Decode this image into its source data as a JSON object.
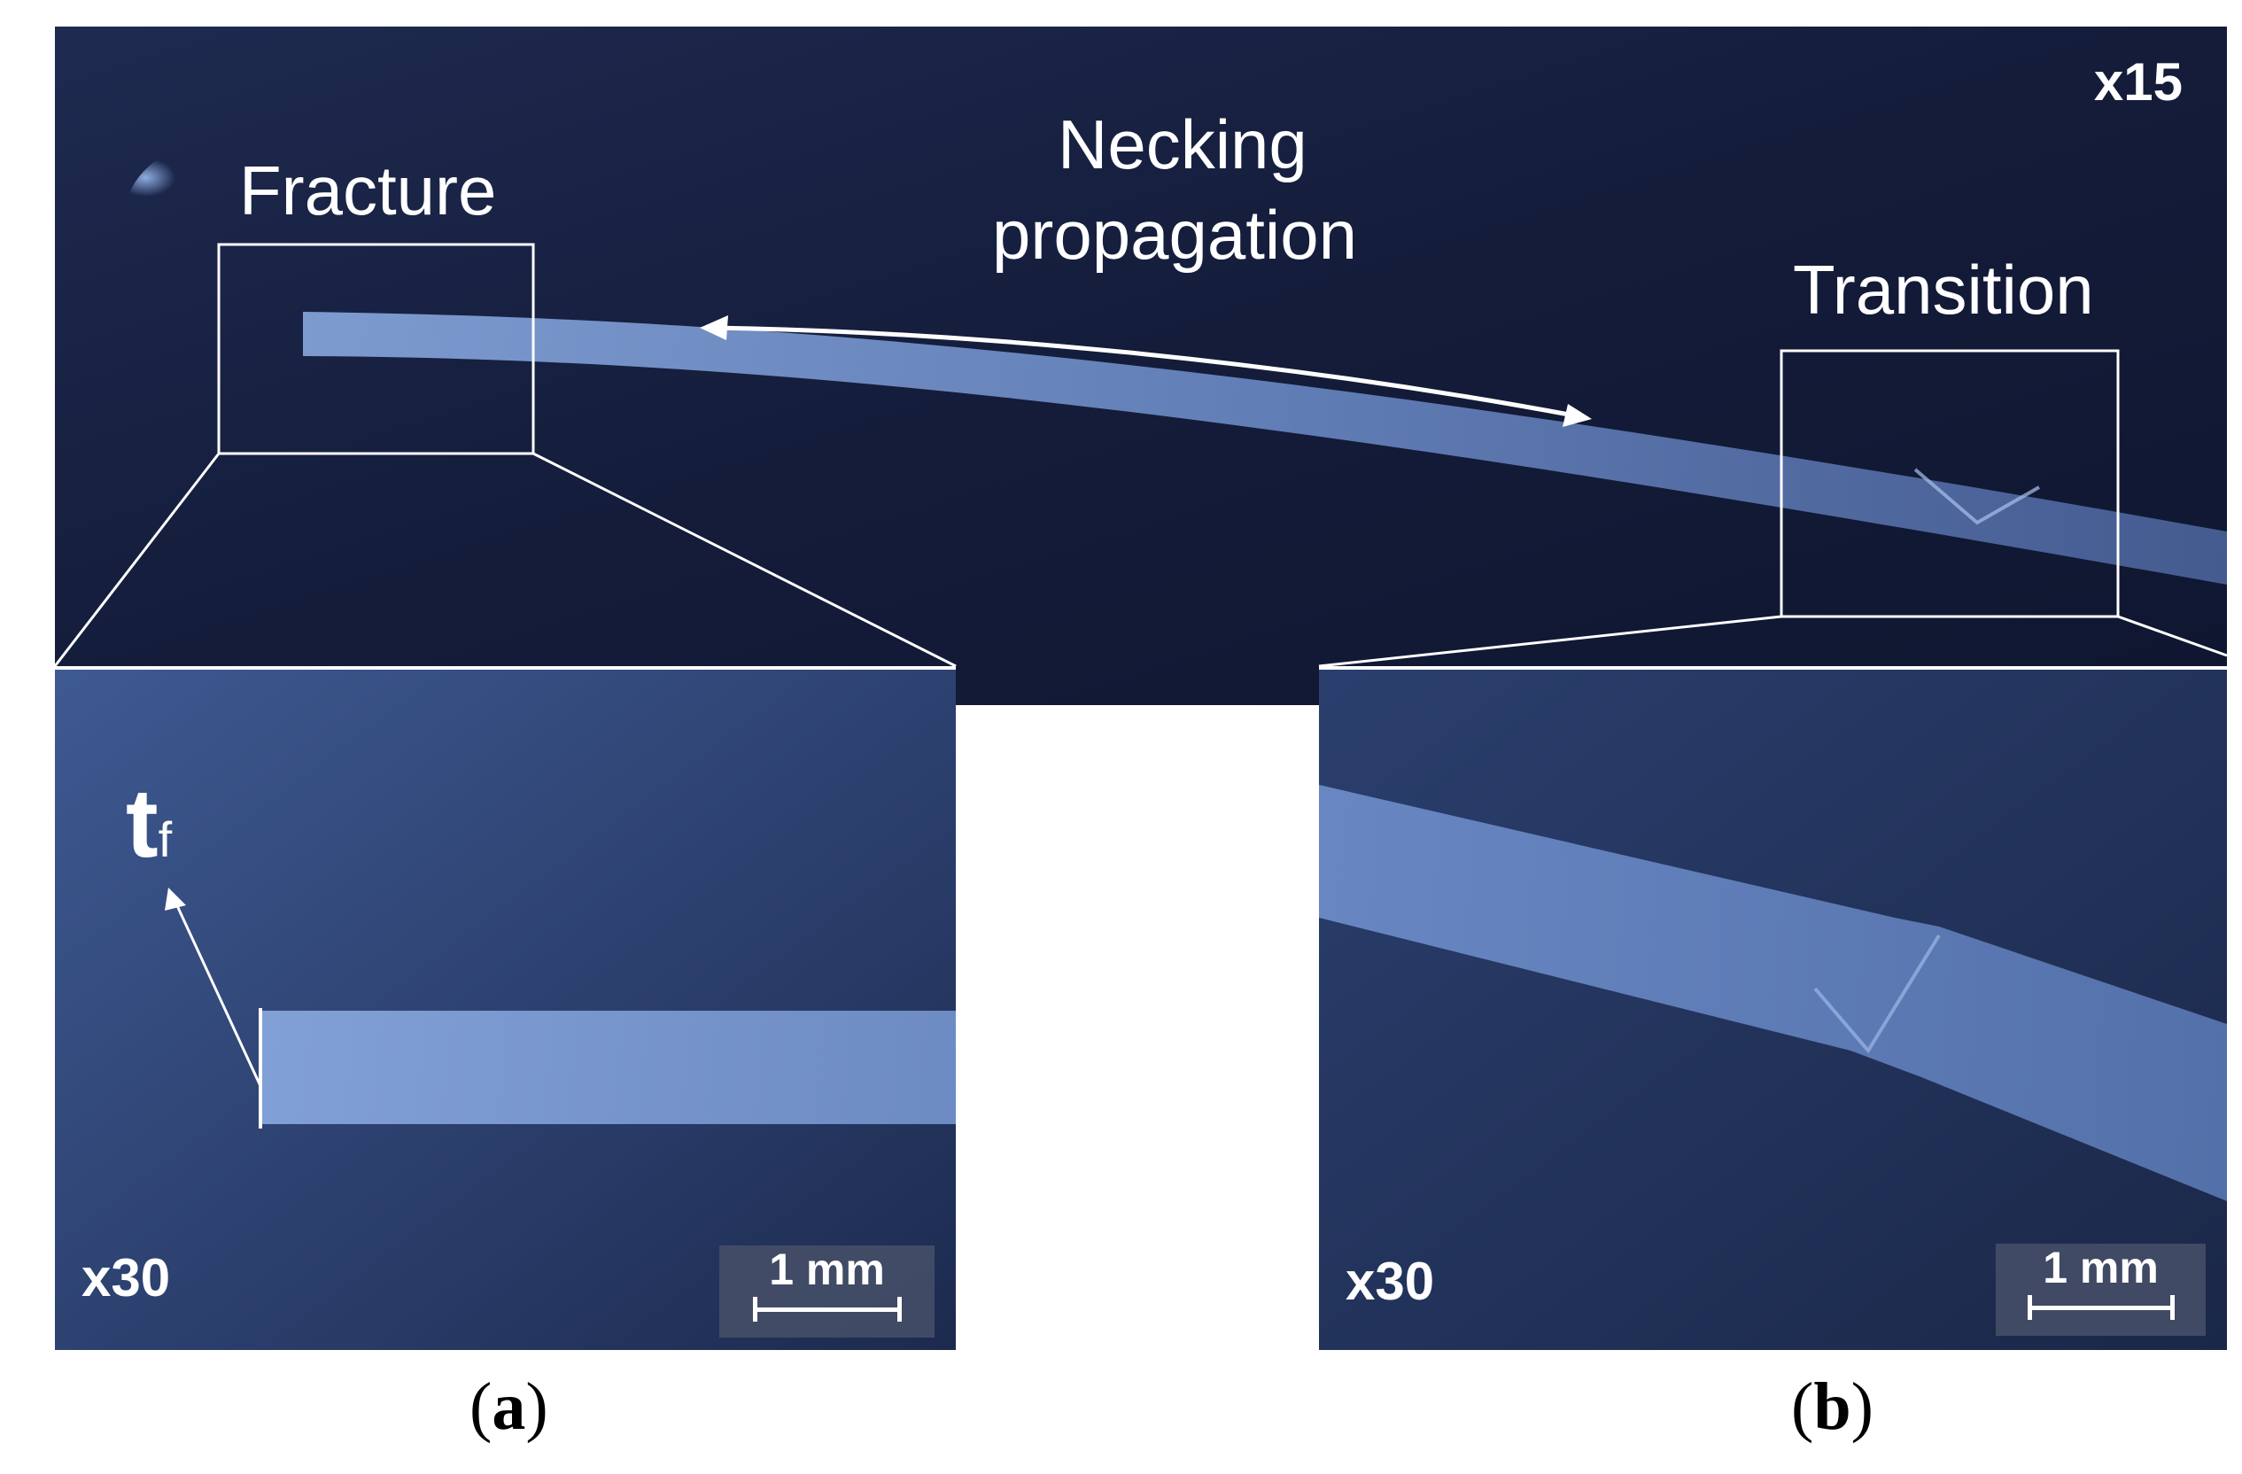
{
  "top_panel": {
    "magnification": "x15",
    "label_fracture": "Fracture",
    "label_necking_line1": "Necking",
    "label_necking_line2": "propagation",
    "label_transition": "Transition"
  },
  "panel_a": {
    "magnification": "x30",
    "thickness_symbol": "t",
    "thickness_subscript": "f",
    "scale_bar": "1 mm",
    "caption_open": "(",
    "caption_letter": "a",
    "caption_close": ")"
  },
  "panel_b": {
    "magnification": "x30",
    "scale_bar": "1 mm",
    "caption_open": "(",
    "caption_letter": "b",
    "caption_close": ")"
  },
  "colors": {
    "background_dark": "#141d3a",
    "specimen_light": "#8fb0e8",
    "annotation": "#ffffff"
  }
}
